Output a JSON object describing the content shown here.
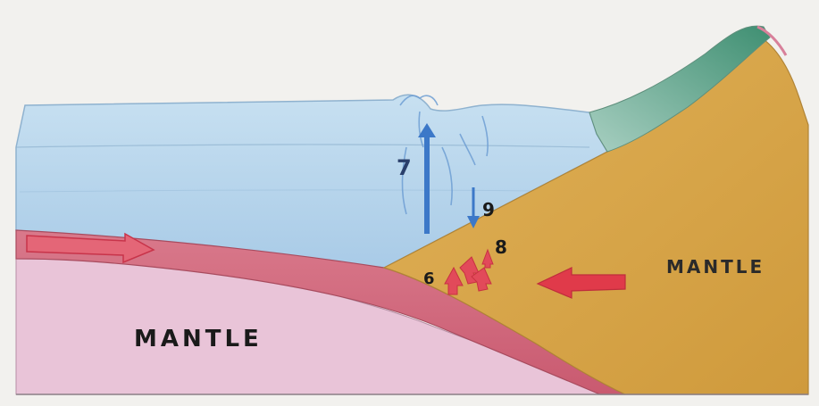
{
  "labels": {
    "mantle_left": "MANTLE",
    "mantle_right": "MANTLE",
    "num_6": "6",
    "num_7": "7",
    "num_8": "8",
    "num_9": "9"
  },
  "colors": {
    "paper": "#f2f1ee",
    "ocean": "#bcd9ee",
    "ocean_deep": "#a9cce9",
    "oceanic_plate": "#d46a7e",
    "mantle_left": "#e8bfd6",
    "continental_plate": "#d7a64a",
    "mountain_green": "#5f9e84",
    "arrow_red": "#e03a4a",
    "arrow_blue": "#3c78c8",
    "outline": "#8a7f86"
  }
}
